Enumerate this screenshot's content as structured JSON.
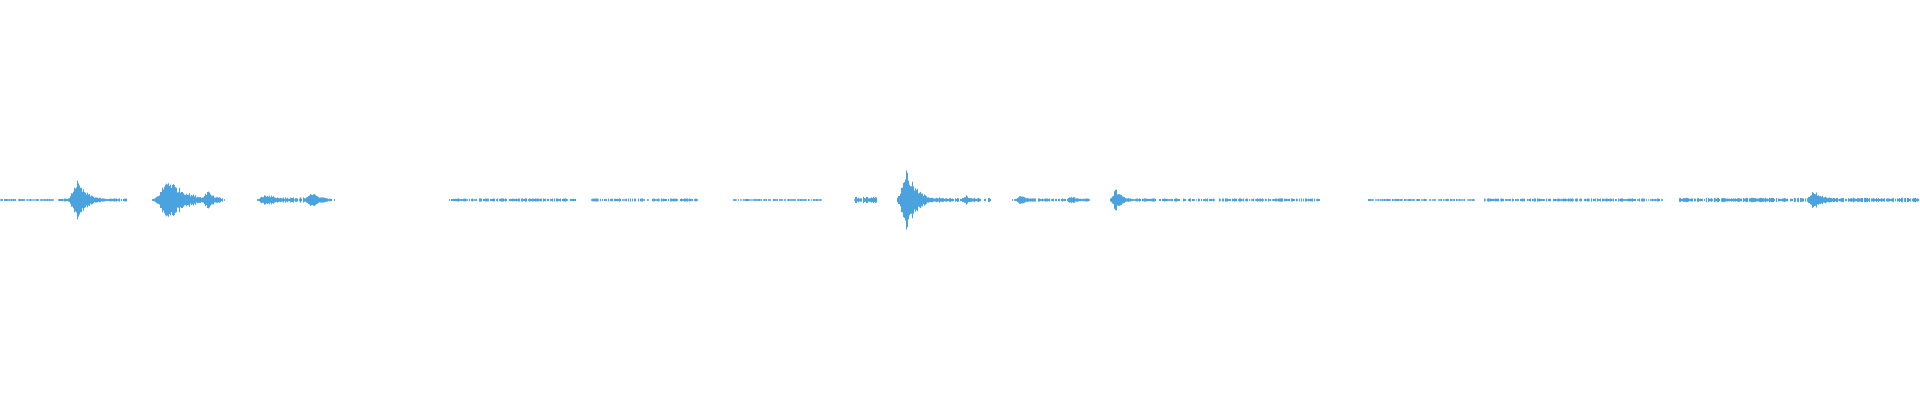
{
  "waveform": {
    "color": "#4aa3df",
    "background": "#ffffff",
    "duration_fraction_visible": 1.0,
    "segments": [
      {
        "start": 0.0,
        "end": 0.028,
        "level": 0.004,
        "dotted": true
      },
      {
        "start": 0.03,
        "end": 0.066,
        "level": 0.006,
        "dotted": true
      },
      {
        "start": 0.087,
        "end": 0.116,
        "level": 0.01,
        "dotted": true
      },
      {
        "start": 0.136,
        "end": 0.172,
        "level": 0.01,
        "dotted": true
      },
      {
        "start": 0.234,
        "end": 0.3,
        "level": 0.006,
        "dotted": true
      },
      {
        "start": 0.308,
        "end": 0.364,
        "level": 0.006,
        "dotted": true
      },
      {
        "start": 0.38,
        "end": 0.428,
        "level": 0.004,
        "dotted": true
      },
      {
        "start": 0.445,
        "end": 0.457,
        "level": 0.012,
        "dotted": true
      },
      {
        "start": 0.468,
        "end": 0.516,
        "level": 0.008,
        "dotted": true
      },
      {
        "start": 0.527,
        "end": 0.568,
        "level": 0.006,
        "dotted": true
      },
      {
        "start": 0.58,
        "end": 0.688,
        "level": 0.006,
        "dotted": true
      },
      {
        "start": 0.712,
        "end": 0.768,
        "level": 0.004,
        "dotted": true
      },
      {
        "start": 0.773,
        "end": 0.866,
        "level": 0.006,
        "dotted": true
      },
      {
        "start": 0.874,
        "end": 1.0,
        "level": 0.008,
        "dotted": true
      }
    ],
    "peaks": [
      {
        "pos": 0.04,
        "amp": 0.1,
        "width": 0.006
      },
      {
        "pos": 0.088,
        "amp": 0.11,
        "width": 0.01
      },
      {
        "pos": 0.108,
        "amp": 0.05,
        "width": 0.004
      },
      {
        "pos": 0.139,
        "amp": 0.03,
        "width": 0.008
      },
      {
        "pos": 0.162,
        "amp": 0.04,
        "width": 0.006
      },
      {
        "pos": 0.446,
        "amp": 0.014,
        "width": 0.003
      },
      {
        "pos": 0.472,
        "amp": 0.16,
        "width": 0.006
      },
      {
        "pos": 0.489,
        "amp": 0.014,
        "width": 0.006
      },
      {
        "pos": 0.503,
        "amp": 0.025,
        "width": 0.004
      },
      {
        "pos": 0.532,
        "amp": 0.025,
        "width": 0.005
      },
      {
        "pos": 0.558,
        "amp": 0.022,
        "width": 0.004
      },
      {
        "pos": 0.581,
        "amp": 0.06,
        "width": 0.004
      },
      {
        "pos": 0.916,
        "amp": 0.012,
        "width": 0.01
      },
      {
        "pos": 0.945,
        "amp": 0.05,
        "width": 0.006
      }
    ]
  }
}
